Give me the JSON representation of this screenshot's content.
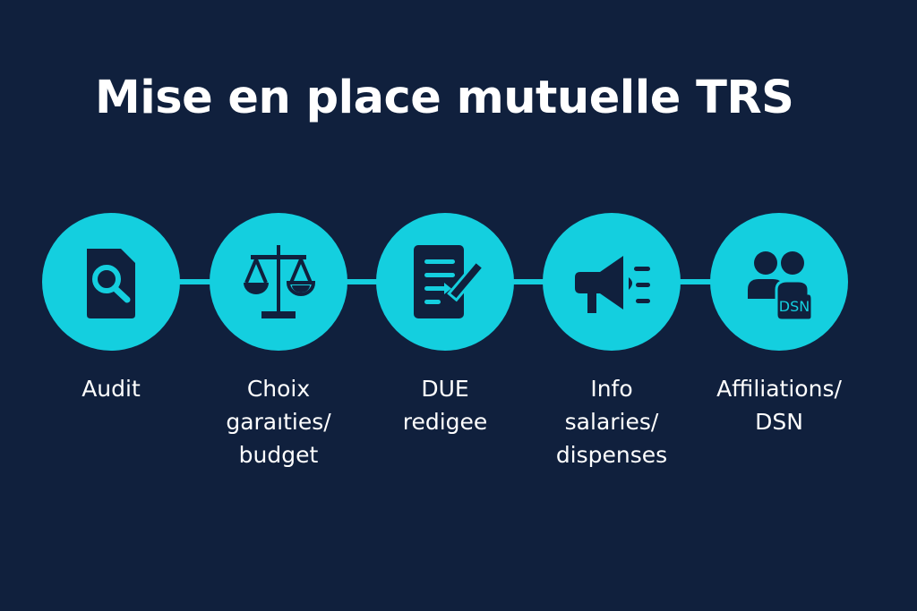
{
  "title": "Mise en place mutuelle TRS",
  "colors": {
    "background": "#10203D",
    "accent": "#14CFDF",
    "icon": "#10203D",
    "text": "#FFFFFF"
  },
  "steps": [
    {
      "icon": "document-search-icon",
      "label": "Audit"
    },
    {
      "icon": "scales-icon",
      "label": "Choix\ngaraıties/\nbudget"
    },
    {
      "icon": "document-edit-icon",
      "label": "DUE\nredigee"
    },
    {
      "icon": "megaphone-icon",
      "label": "Info\nsalaries/\ndispenses"
    },
    {
      "icon": "users-dsn-icon",
      "label": "Affiliations/\nDSN",
      "badge": "DSN"
    }
  ]
}
